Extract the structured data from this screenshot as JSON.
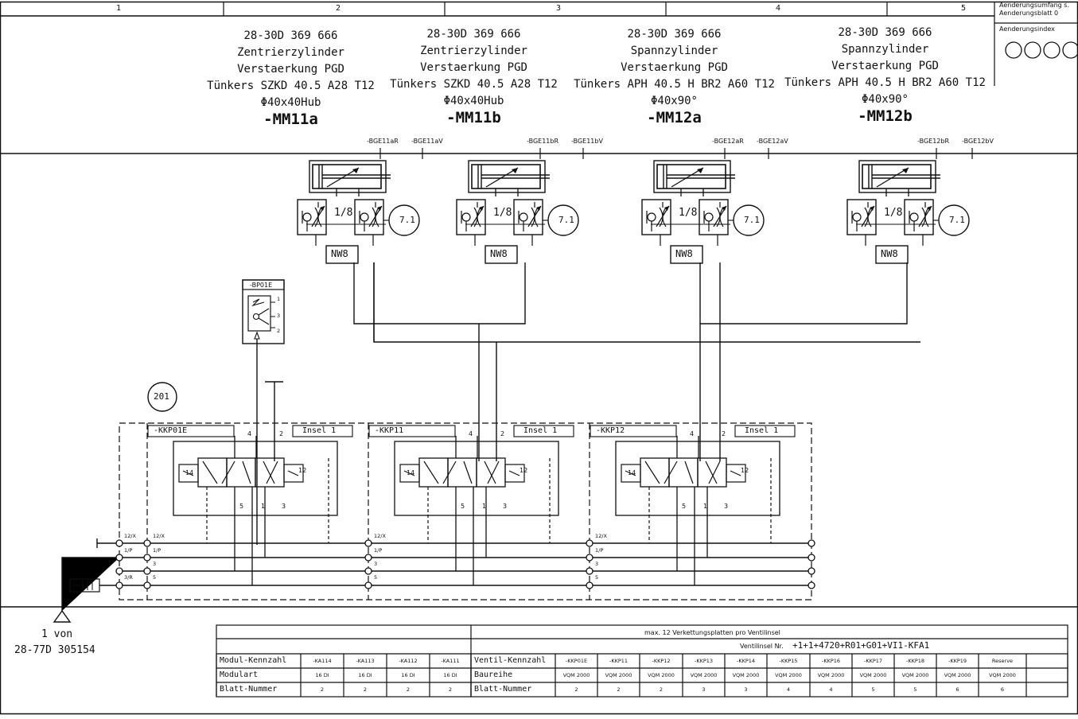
{
  "header": {
    "columns": [
      "1",
      "2",
      "3",
      "4",
      "5"
    ],
    "aenderungsumfang": "Aenderungsumfang s.",
    "aenderungsblatt": "Aenderungsblatt 0",
    "aenderungsindex": "Aenderungsindex"
  },
  "components": [
    {
      "line1": "28-30D 369 666",
      "line2": "Zentrierzylinder",
      "line3": "Verstaerkung PGD",
      "line4": "Tünkers SZKD 40.5 A28 T12",
      "line5": "Φ40x40Hub",
      "tag": "-MM11a",
      "sensor_r": "-BGE11aR",
      "sensor_v": "-BGE11aV"
    },
    {
      "line1": "28-30D 369 666",
      "line2": "Zentrierzylinder",
      "line3": "Verstaerkung PGD",
      "line4": "Tünkers SZKD 40.5 A28 T12",
      "line5": "Φ40x40Hub",
      "tag": "-MM11b",
      "sensor_r": "-BGE11bR",
      "sensor_v": "-BGE11bV"
    },
    {
      "line1": "28-30D 369 666",
      "line2": "Spannzylinder",
      "line3": "Verstaerkung PGD",
      "line4": "Tünkers APH 40.5 H BR2 A60 T12",
      "line5": "Φ40x90°",
      "tag": "-MM12a",
      "sensor_r": "-BGE12aR",
      "sensor_v": "-BGE12aV"
    },
    {
      "line1": "28-30D 369 666",
      "line2": "Spannzylinder",
      "line3": "Verstaerkung PGD",
      "line4": "Tünkers APH 40.5 H BR2 A60 T12",
      "line5": "Φ40x90°",
      "tag": "-MM12b",
      "sensor_r": "-BGE12bR",
      "sensor_v": "-BGE12bV"
    }
  ],
  "cylinder_units": [
    {
      "flow": "1/8",
      "circle": "7.1",
      "nw": "NW8"
    },
    {
      "flow": "1/8",
      "circle": "7.1",
      "nw": "NW8"
    },
    {
      "flow": "1/8",
      "circle": "7.1",
      "nw": "NW8"
    },
    {
      "flow": "1/8",
      "circle": "7.1",
      "nw": "NW8"
    }
  ],
  "pressure_switch": {
    "label": "-BP01E",
    "ports": [
      "1",
      "3",
      "2"
    ]
  },
  "reference_circle": "201",
  "valves": [
    {
      "name": "-KKP01E",
      "island": "Insel 1",
      "port4": "4",
      "port2": "2",
      "port14": "14",
      "port12": "12",
      "port5": "5",
      "port1": "1",
      "port3": "3"
    },
    {
      "name": "-KKP11",
      "island": "Insel 1",
      "port4": "4",
      "port2": "2",
      "port14": "14",
      "port12": "12",
      "port5": "5",
      "port1": "1",
      "port3": "3"
    },
    {
      "name": "-KKP12",
      "island": "Insel 1",
      "port4": "4",
      "port2": "2",
      "port14": "14",
      "port12": "12",
      "port5": "5",
      "port1": "1",
      "port3": "3"
    }
  ],
  "bus_labels": {
    "left": [
      "12/X",
      "1/P",
      "3/R"
    ],
    "block": [
      "12/X",
      "1/P",
      "3",
      "5"
    ]
  },
  "supply": {
    "line1": "1 von",
    "line2": "28-77D 305154"
  },
  "table": {
    "header_right": "max. 12 Verkettungsplatten pro Ventilinsel",
    "ventilinsel_prefix": "Ventilinsel Nr.",
    "ventilinsel_code": "+1+1+4720+R01+G01+VI1-KFA1",
    "left_rows": [
      {
        "label": "Modul-Kennzahl",
        "cells": [
          "-KA114",
          "-KA113",
          "-KA112",
          "-KA111"
        ]
      },
      {
        "label": "Modulart",
        "cells": [
          "16 DI",
          "16 DI",
          "16 DI",
          "16 DI"
        ]
      },
      {
        "label": "Blatt-Nummer",
        "cells": [
          "2",
          "2",
          "2",
          "2"
        ]
      }
    ],
    "right_rows": [
      {
        "label": "Ventil-Kennzahl",
        "cells": [
          "-KKP01E",
          "-KKP11",
          "-KKP12",
          "-KKP13",
          "-KKP14",
          "-KKP15",
          "-KKP16",
          "-KKP17",
          "-KKP18",
          "-KKP19",
          "Reserve"
        ]
      },
      {
        "label": "Baureihe",
        "cells": [
          "VQM 2000",
          "VQM 2000",
          "VQM 2000",
          "VQM 2000",
          "VQM 2000",
          "VQM 2000",
          "VQM 2000",
          "VQM 2000",
          "VQM 2000",
          "VQM 2000",
          "VQM 2000"
        ]
      },
      {
        "label": "Blatt-Nummer",
        "cells": [
          "2",
          "2",
          "2",
          "3",
          "3",
          "4",
          "4",
          "5",
          "5",
          "6",
          "6"
        ]
      }
    ]
  }
}
